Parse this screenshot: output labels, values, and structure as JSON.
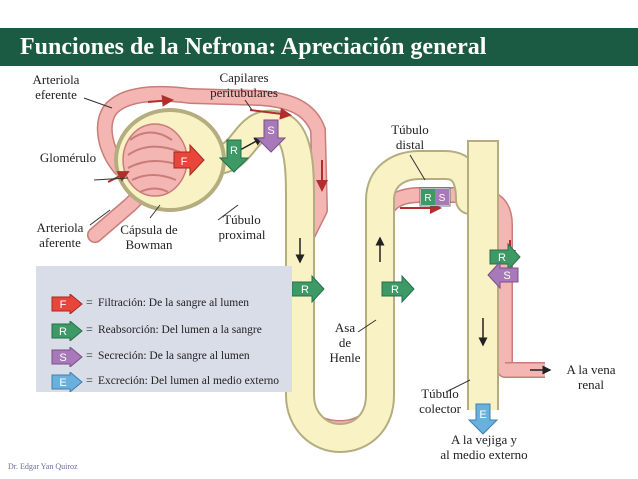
{
  "title": "Funciones de la Nefrona: Apreciación general",
  "labels": {
    "arteriola_eferente": [
      "Arteriola",
      "eferente"
    ],
    "capilares_peritubulares": [
      "Capilares",
      "peritubulares"
    ],
    "tubulo_distal": [
      "Túbulo",
      "distal"
    ],
    "glomerulo": "Glomérulo",
    "arteriola_aferente": [
      "Arteriola",
      "aferente"
    ],
    "capsula_bowman": [
      "Cápsula de",
      "Bowman"
    ],
    "tubulo_proximal": [
      "Túbulo",
      "proximal"
    ],
    "asa_henle": [
      "Asa",
      "de",
      "Henle"
    ],
    "vena_renal": [
      "A la vena",
      "renal"
    ],
    "tubulo_colector": [
      "Túbulo",
      "colector"
    ],
    "vejiga": [
      "A la vejiga y",
      "al medio externo"
    ]
  },
  "markers": {
    "filtration": "F",
    "reabsorption": "R",
    "secretion": "S",
    "excretion": "E"
  },
  "legend": [
    {
      "letter": "F",
      "text": "Filtración: De la sangre al lumen",
      "color": "#e8463a"
    },
    {
      "letter": "R",
      "text": "Reabsorción: Del lumen a la sangre",
      "color": "#3d9966"
    },
    {
      "letter": "S",
      "text": "Secreción: De la sangre al lumen",
      "color": "#a879b8"
    },
    {
      "letter": "E",
      "text": "Excreción: Del lumen al medio externo",
      "color": "#6ab0dd"
    }
  ],
  "colors": {
    "title_bg": "#1b5a43",
    "tubule": "#f8f2c4",
    "tubule_border": "#b3ad80",
    "vessel": "#f3b6b2",
    "vessel_border": "#c97d78",
    "flow_arrow": "#b22e2e",
    "legend_bg": "#d9dde8"
  },
  "author": "Dr. Edgar Yan Quiroz"
}
